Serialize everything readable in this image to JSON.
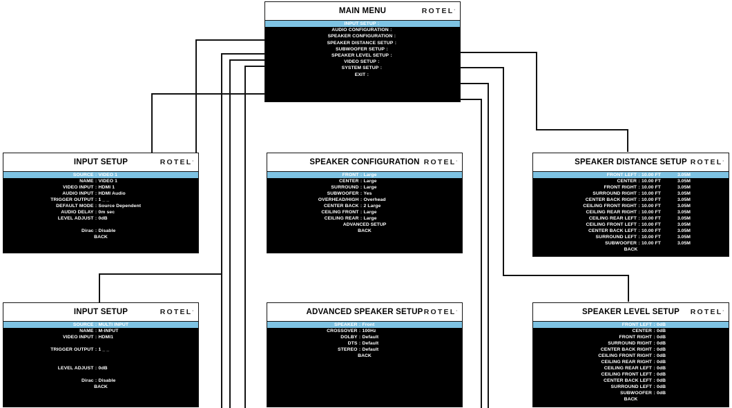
{
  "brand": "ROTEL",
  "colors": {
    "highlight": "#7ec3e3",
    "screen_bg": "#000000",
    "header_bg": "#ffffff",
    "text": "#ffffff",
    "line": "#111111"
  },
  "screens": {
    "main_menu": {
      "title": "MAIN MENU",
      "items": [
        {
          "label": "INPUT SETUP",
          "selected": true
        },
        {
          "label": "AUDIO CONFIGURATION",
          "selected": false
        },
        {
          "label": "SPEAKER CONFIGURATION",
          "selected": false
        },
        {
          "label": "SPEAKER DISTANCE SETUP",
          "selected": false
        },
        {
          "label": "SUBWOOFER SETUP",
          "selected": false
        },
        {
          "label": "SPEAKER LEVEL SETUP",
          "selected": false
        },
        {
          "label": "VIDEO SETUP",
          "selected": false
        },
        {
          "label": "SYSTEM SETUP",
          "selected": false
        },
        {
          "label": "EXIT",
          "selected": false
        }
      ]
    },
    "input_setup_video1": {
      "title": "INPUT SETUP",
      "rows": [
        {
          "label": "SOURCE",
          "value": "VIDEO 1",
          "selected": true
        },
        {
          "label": "NAME",
          "value": "VIDEO 1",
          "selected": false
        },
        {
          "label": "VIDEO INPUT",
          "value": "HDMI 1",
          "selected": false
        },
        {
          "label": "AUDIO INPUT",
          "value": "HDMI Audio",
          "selected": false
        },
        {
          "label": "TRIGGER OUTPUT",
          "value": "1 _ _",
          "selected": false
        },
        {
          "label": "DEFAULT MODE",
          "value": "Source Dependent",
          "selected": false
        },
        {
          "label": "AUDIO DELAY",
          "value": "0m sec",
          "selected": false
        },
        {
          "label": "LEVEL ADJUST",
          "value": "0dB",
          "selected": false
        },
        {
          "spacer": true
        },
        {
          "label": "Dirac",
          "value": "Disable",
          "selected": false
        },
        {
          "single": "BACK"
        }
      ]
    },
    "input_setup_multi": {
      "title": "INPUT SETUP",
      "rows": [
        {
          "label": "SOURCE",
          "value": "MULTI INPUT",
          "selected": true
        },
        {
          "label": "NAME",
          "value": "M-INPUT",
          "selected": false
        },
        {
          "label": "VIDEO INPUT",
          "value": "HDMI1",
          "selected": false
        },
        {
          "spacer": true
        },
        {
          "label": "TRIGGER OUTPUT",
          "value": "1 _ _",
          "selected": false
        },
        {
          "spacer": true
        },
        {
          "spacer": true
        },
        {
          "label": "LEVEL ADJUST",
          "value": "0dB",
          "selected": false
        },
        {
          "spacer": true
        },
        {
          "label": "Dirac",
          "value": "Disable",
          "selected": false
        },
        {
          "single": "BACK"
        }
      ]
    },
    "speaker_configuration": {
      "title": "SPEAKER CONFIGURATION",
      "rows": [
        {
          "label": "FRONT",
          "value": "Large",
          "selected": true
        },
        {
          "label": "CENTER",
          "value": "Large",
          "selected": false
        },
        {
          "label": "SURROUND",
          "value": "Large",
          "selected": false
        },
        {
          "label": "SUBWOOFER",
          "value": "Yes",
          "selected": false
        },
        {
          "label": "OVERHEAD/HIGH",
          "value": "Overhead",
          "selected": false
        },
        {
          "label": "CENTER BACK",
          "value": "2 Large",
          "selected": false
        },
        {
          "label": "CEILING FRONT",
          "value": "Large",
          "selected": false
        },
        {
          "label": "CEILING REAR",
          "value": "Large",
          "selected": false
        },
        {
          "single": "ADVANCED SETUP"
        },
        {
          "single": "BACK"
        }
      ]
    },
    "advanced_speaker_setup": {
      "title": "ADVANCED SPEAKER SETUP",
      "rows": [
        {
          "label": "SPEAKER",
          "value": "Front",
          "selected": true
        },
        {
          "label": "CROSSOVER",
          "value": "100Hz",
          "selected": false
        },
        {
          "label": "DOLBY",
          "value": "Default",
          "selected": false
        },
        {
          "label": "DTS",
          "value": "Default",
          "selected": false
        },
        {
          "label": "STEREO",
          "value": "Default",
          "selected": false
        },
        {
          "single": "BACK"
        }
      ]
    },
    "speaker_distance_setup": {
      "title": "SPEAKER DISTANCE SETUP",
      "rows": [
        {
          "label": "FRONT LEFT",
          "value": "10.00 FT",
          "value2": "3.05M",
          "selected": true
        },
        {
          "label": "CENTER",
          "value": "10.00 FT",
          "value2": "3.05M",
          "selected": false
        },
        {
          "label": "FRONT RIGHT",
          "value": "10.00 FT",
          "value2": "3.05M",
          "selected": false
        },
        {
          "label": "SURROUND RIGHT",
          "value": "10.00 FT",
          "value2": "3.05M",
          "selected": false
        },
        {
          "label": "CENTER BACK RIGHT",
          "value": "10.00 FT",
          "value2": "3.05M",
          "selected": false
        },
        {
          "label": "CEILING FRONT RIGHT",
          "value": "10.00 FT",
          "value2": "3.05M",
          "selected": false
        },
        {
          "label": "CEILING REAR RIGHT",
          "value": "10.00 FT",
          "value2": "3.05M",
          "selected": false
        },
        {
          "label": "CEILING REAR LEFT",
          "value": "10.00 FT",
          "value2": "3.05M",
          "selected": false
        },
        {
          "label": "CEILING FRONT LEFT",
          "value": "10.00 FT",
          "value2": "3.05M",
          "selected": false
        },
        {
          "label": "CENTER BACK LEFT",
          "value": "10.00 FT",
          "value2": "3.05M",
          "selected": false
        },
        {
          "label": "SURROUND LEFT",
          "value": "10.00 FT",
          "value2": "3.05M",
          "selected": false
        },
        {
          "label": "SUBWOOFER",
          "value": "10.00 FT",
          "value2": "3.05M",
          "selected": false
        },
        {
          "single": "BACK"
        }
      ]
    },
    "speaker_level_setup": {
      "title": "SPEAKER LEVEL SETUP",
      "rows": [
        {
          "label": "FRONT LEFT",
          "value": "0dB",
          "selected": true
        },
        {
          "label": "CENTER",
          "value": "0dB",
          "selected": false
        },
        {
          "label": "FRONT RIGHT",
          "value": "0dB",
          "selected": false
        },
        {
          "label": "SURROUND RIGHT",
          "value": "0dB",
          "selected": false
        },
        {
          "label": "CENTER BACK RIGHT",
          "value": "0dB",
          "selected": false
        },
        {
          "label": "CEILING FRONT RIGHT",
          "value": "0dB",
          "selected": false
        },
        {
          "label": "CEILING REAR RIGHT",
          "value": "0dB",
          "selected": false
        },
        {
          "label": "CEILING REAR LEFT",
          "value": "0dB",
          "selected": false
        },
        {
          "label": "CEILING FRONT LEFT",
          "value": "0dB",
          "selected": false
        },
        {
          "label": "CENTER BACK LEFT",
          "value": "0dB",
          "selected": false
        },
        {
          "label": "SURROUND LEFT",
          "value": "0dB",
          "selected": false
        },
        {
          "label": "SUBWOOFER",
          "value": "0dB",
          "selected": false
        },
        {
          "single": "BACK"
        }
      ]
    }
  }
}
